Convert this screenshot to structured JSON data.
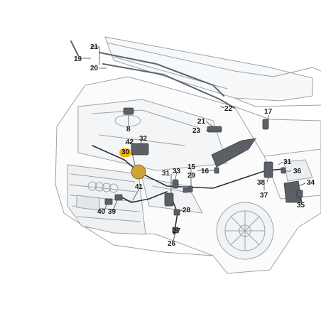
{
  "diagram": {
    "highlight_color": "#f2b705",
    "callouts": [
      {
        "id": "19",
        "label": "19",
        "highlight": false
      },
      {
        "id": "21a",
        "label": "21",
        "highlight": false
      },
      {
        "id": "20",
        "label": "20",
        "highlight": false
      },
      {
        "id": "22",
        "label": "22",
        "highlight": false
      },
      {
        "id": "17",
        "label": "17",
        "highlight": false
      },
      {
        "id": "21b",
        "label": "21",
        "highlight": false
      },
      {
        "id": "23",
        "label": "23",
        "highlight": false
      },
      {
        "id": "8",
        "label": "8",
        "highlight": false
      },
      {
        "id": "42",
        "label": "42",
        "highlight": false
      },
      {
        "id": "32",
        "label": "32",
        "highlight": false
      },
      {
        "id": "30",
        "label": "30",
        "highlight": true
      },
      {
        "id": "33",
        "label": "33",
        "highlight": false
      },
      {
        "id": "15",
        "label": "15",
        "highlight": false
      },
      {
        "id": "29",
        "label": "29",
        "highlight": false
      },
      {
        "id": "16",
        "label": "16",
        "highlight": false
      },
      {
        "id": "31a",
        "label": "31",
        "highlight": false
      },
      {
        "id": "31b",
        "label": "31",
        "highlight": false
      },
      {
        "id": "36",
        "label": "36",
        "highlight": false
      },
      {
        "id": "38",
        "label": "38",
        "highlight": false
      },
      {
        "id": "34",
        "label": "34",
        "highlight": false
      },
      {
        "id": "37",
        "label": "37",
        "highlight": false
      },
      {
        "id": "35",
        "label": "35",
        "highlight": false
      },
      {
        "id": "41",
        "label": "41",
        "highlight": false
      },
      {
        "id": "28",
        "label": "28",
        "highlight": false
      },
      {
        "id": "40",
        "label": "40",
        "highlight": false
      },
      {
        "id": "39",
        "label": "39",
        "highlight": false
      },
      {
        "id": "27",
        "label": "27",
        "highlight": false
      },
      {
        "id": "26",
        "label": "26",
        "highlight": false
      }
    ]
  }
}
